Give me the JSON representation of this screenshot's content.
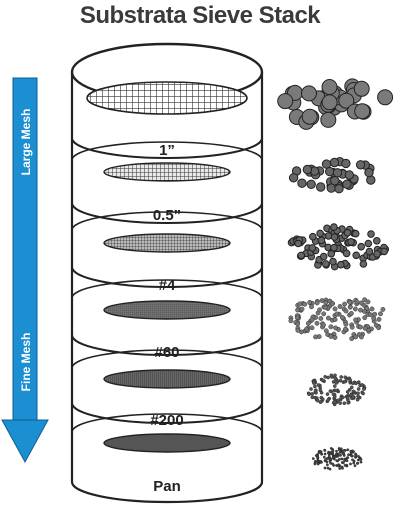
{
  "title": "Substrata Sieve Stack",
  "arrow": {
    "top_label": "Large Mesh",
    "bottom_label": "Fine Mesh",
    "color": "#1b8fd1"
  },
  "sieves": [
    {
      "label": "1”"
    },
    {
      "label": "0.5”"
    },
    {
      "label": "#4"
    },
    {
      "label": "#60"
    },
    {
      "label": "#200"
    },
    {
      "label": "Pan"
    }
  ],
  "colors": {
    "outline": "#222222",
    "particle": "#666666"
  }
}
